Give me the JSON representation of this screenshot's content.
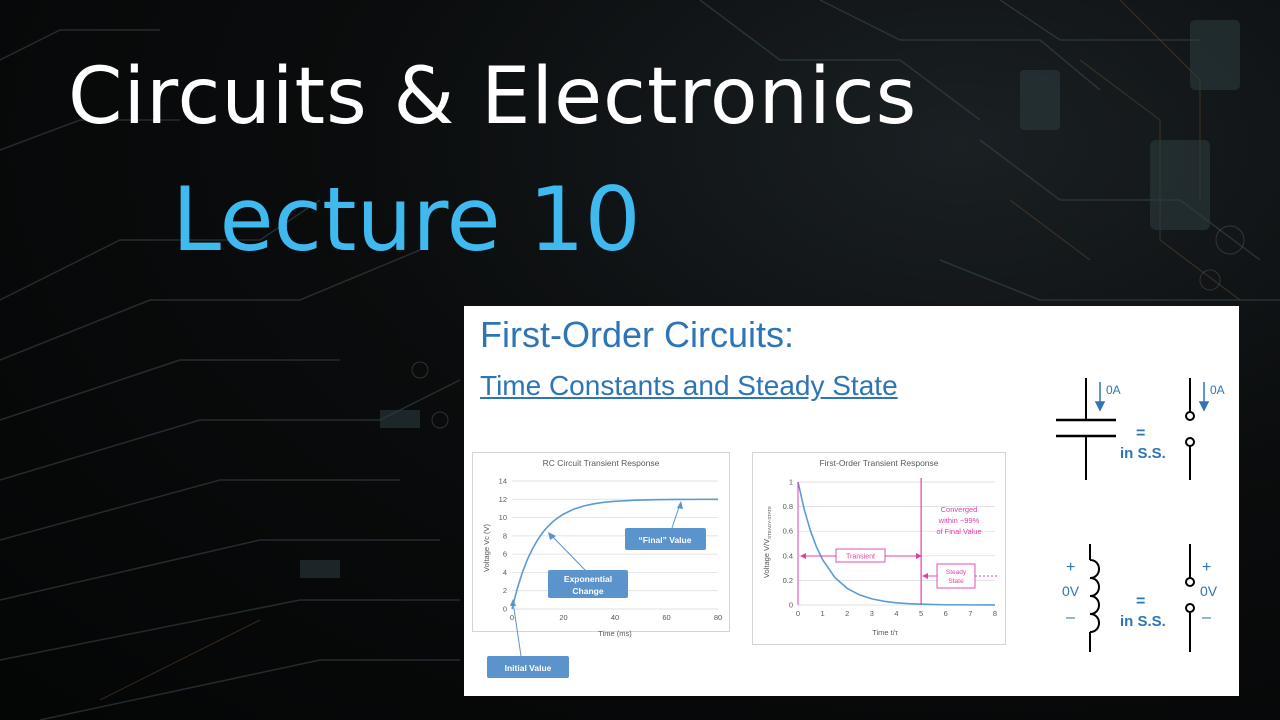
{
  "header": {
    "title": "Circuits & Electronics",
    "subtitle": "Lecture 10"
  },
  "slide": {
    "title": "First-Order Circuits:",
    "subtitle": "Time Constants and Steady State",
    "capacitor": {
      "current_left": "0A",
      "current_right": "0A",
      "equals": "=",
      "condition": "in S.S."
    },
    "inductor": {
      "plus_left": "+",
      "voltage_left": "0V",
      "minus_left": "–",
      "plus_right": "+",
      "voltage_right": "0V",
      "minus_right": "–",
      "equals": "=",
      "condition": "in S.S."
    }
  },
  "chart_data": [
    {
      "type": "line",
      "title": "RC Circuit Transient Response",
      "xlabel": "Time (ms)",
      "ylabel": "Voltage Vc  (V)",
      "xlim": [
        0,
        80
      ],
      "ylim": [
        0,
        14
      ],
      "x_ticks": [
        0,
        20,
        40,
        60,
        80
      ],
      "y_ticks": [
        0,
        2,
        4,
        6,
        8,
        10,
        12,
        14
      ],
      "grid": "horizontal",
      "series": [
        {
          "x": [
            0,
            2,
            4,
            6,
            8,
            10,
            12,
            14,
            16,
            18,
            20,
            24,
            28,
            32,
            36,
            40,
            48,
            56,
            64,
            72,
            80
          ],
          "values": [
            0,
            2.18,
            3.97,
            5.43,
            6.61,
            7.59,
            8.39,
            9.05,
            9.58,
            10.02,
            10.38,
            10.92,
            11.28,
            11.52,
            11.68,
            11.78,
            11.9,
            11.96,
            11.98,
            11.99,
            12.0
          ]
        }
      ],
      "annotations": {
        "initial": "Initial Value",
        "exponential_line1": "Exponential",
        "exponential_line2": "Change",
        "final": "“Final” Value"
      }
    },
    {
      "type": "line",
      "title": "First-Order Transient Response",
      "xlabel": "Time t/τ",
      "ylabel": "Voltage V/V",
      "ylabel_sub": "STEADY-STATE",
      "xlim": [
        0,
        8
      ],
      "ylim": [
        0,
        1
      ],
      "x_ticks": [
        0,
        1,
        2,
        3,
        4,
        5,
        6,
        7,
        8
      ],
      "y_ticks": [
        0,
        0.2,
        0.4,
        0.6,
        0.8,
        1
      ],
      "grid": "horizontal",
      "series": [
        {
          "x": [
            0,
            0.25,
            0.5,
            0.75,
            1,
            1.5,
            2,
            2.5,
            3,
            3.5,
            4,
            4.5,
            5,
            6,
            7,
            8
          ],
          "values": [
            1,
            0.779,
            0.607,
            0.472,
            0.368,
            0.223,
            0.135,
            0.082,
            0.05,
            0.03,
            0.018,
            0.011,
            0.007,
            0.002,
            0.001,
            0.0003
          ]
        }
      ],
      "annotations": {
        "transient": "Transient",
        "steady_line1": "Steady",
        "steady_line2": "State",
        "converged_line1": "Converged",
        "converged_line2": "within ~99%",
        "converged_line3": "of Final Value",
        "marker_x": 5
      }
    }
  ],
  "colors": {
    "title": "#ffffff",
    "lecture": "#3fb9ee",
    "slide_blue": "#2e75b6",
    "curve": "#5b9bd5",
    "callout": "#5b93cc",
    "magenta": "#e040a8"
  }
}
